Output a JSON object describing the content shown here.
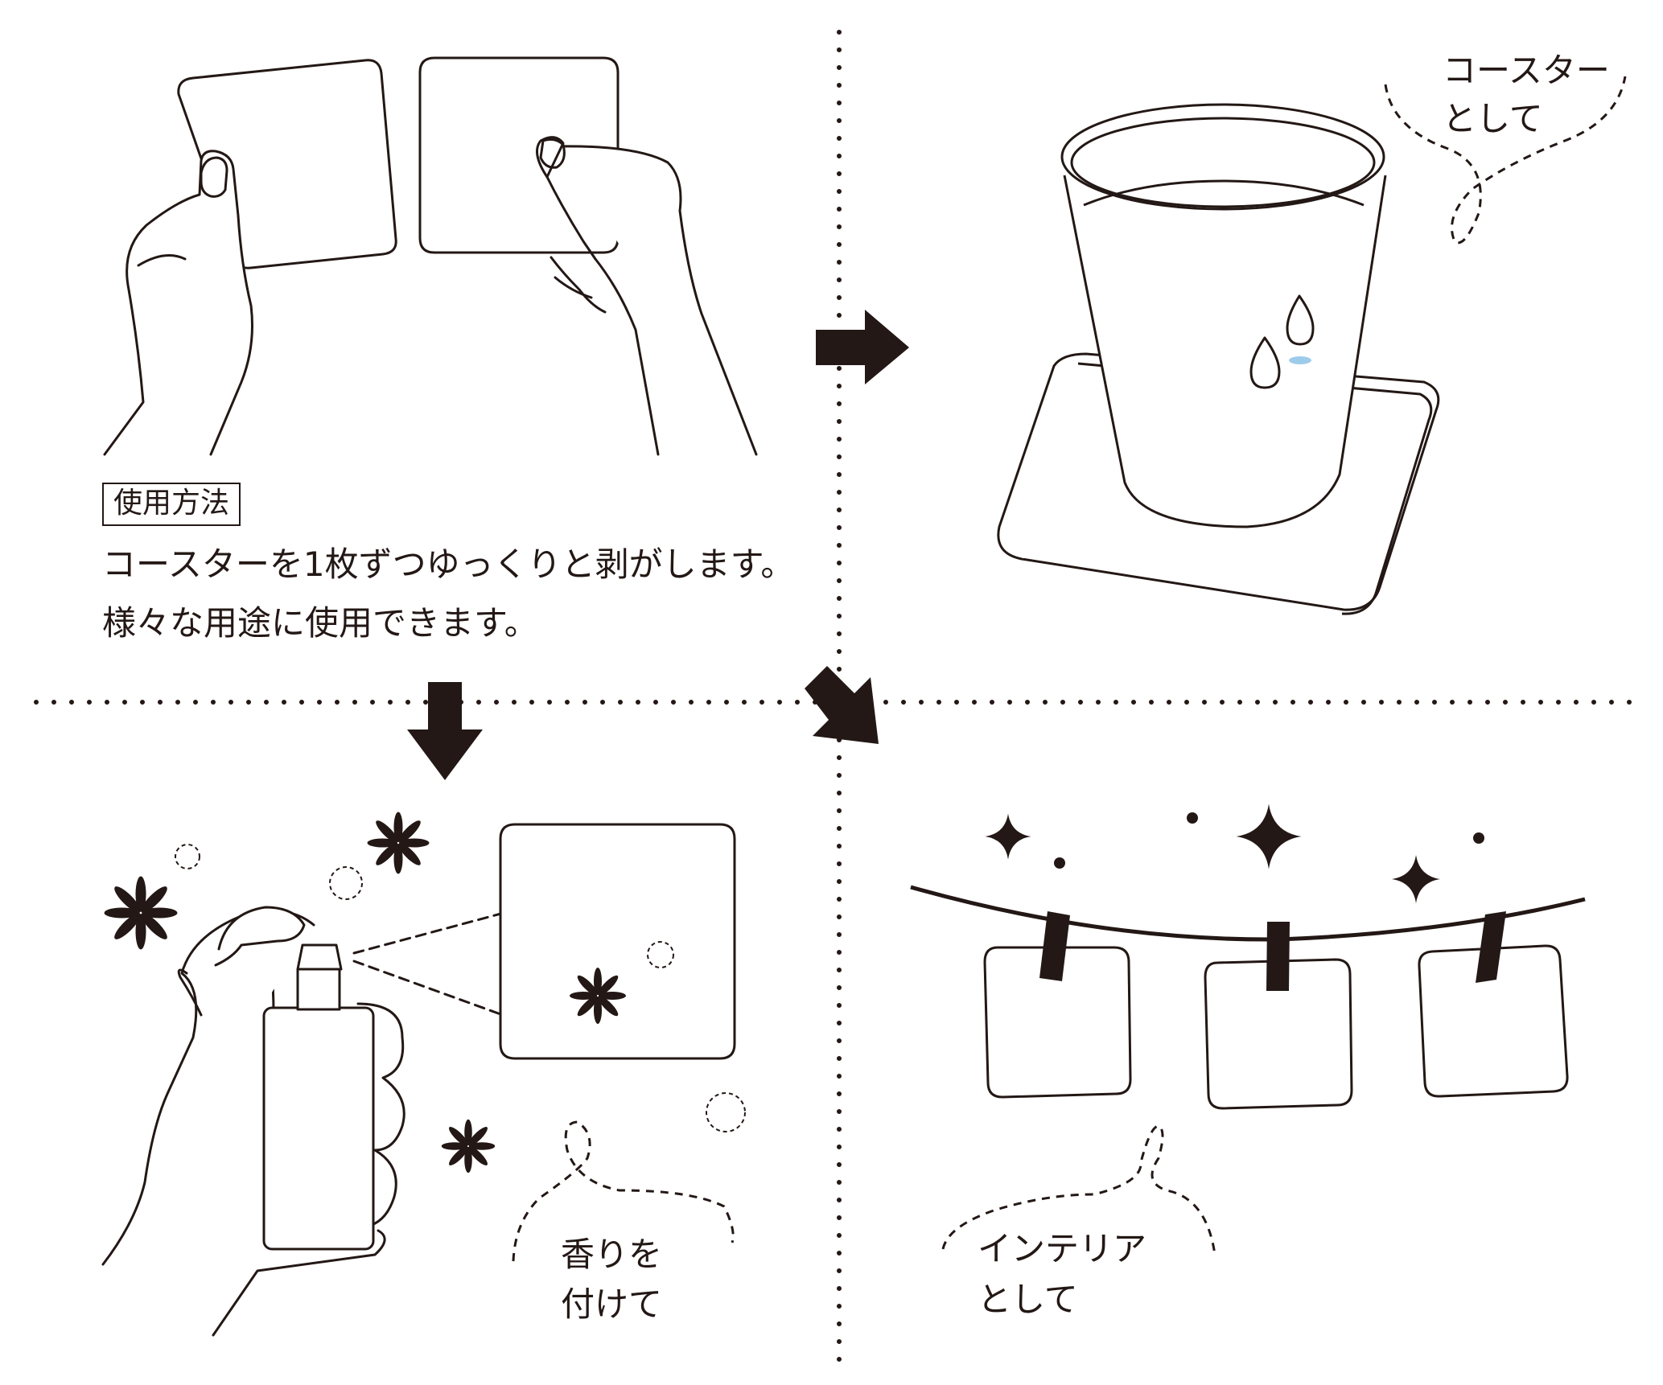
{
  "method": {
    "badge": "使用方法",
    "line1": "コースターを1枚ずつゆっくりと剥がします。",
    "line2": "様々な用途に使用できます。"
  },
  "captions": {
    "coaster_1": "コースター",
    "coaster_2": "として",
    "scent_1": "香りを",
    "scent_2": "付けて",
    "interior_1": "インテリア",
    "interior_2": "として"
  },
  "colors": {
    "ink": "#231815",
    "accent_drop": "#9ecbea"
  },
  "icons": [
    "hand-icon",
    "coaster-icon",
    "cup-icon",
    "water-drop-icon",
    "arrow-right-icon",
    "arrow-down-icon",
    "arrow-diagonal-icon",
    "spray-bottle-icon",
    "flower-icon",
    "bubble-icon",
    "sparkle-icon",
    "clothespin-icon",
    "string-line-icon"
  ]
}
